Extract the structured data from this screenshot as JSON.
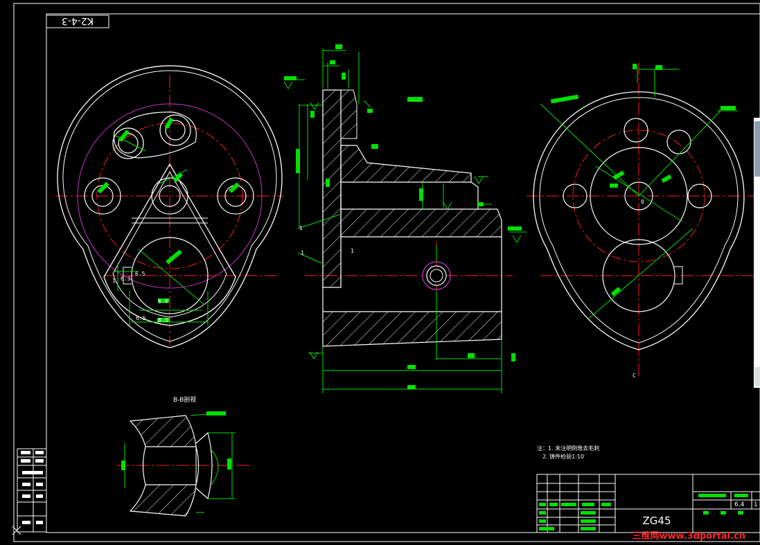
{
  "drawing": {
    "code": "K2-4-3",
    "material": "ZG45",
    "scale_cell": "6.4",
    "scale_cell2": "1"
  },
  "section_title": "B-B剖视",
  "left_view_labels": [
    "6.5",
    "6.3",
    "6.4",
    "8.3",
    "6.5",
    "1"
  ],
  "middle_view_labels": [
    "1",
    "1",
    "1"
  ],
  "right_view_labels": [
    "0",
    "C"
  ],
  "notes": [
    "注：1. 未注明倒角去毛刺",
    "2. 铸件检验1:10"
  ],
  "watermark": "三维网www.3dportal.cn",
  "colors": {
    "background": "#000000",
    "outline": "#ffffff",
    "dimension": "#00e000",
    "centerline": "#ff2020",
    "hidden": "#cc33cc",
    "text": "#ffffff",
    "watermark": "#ff2a2a"
  }
}
